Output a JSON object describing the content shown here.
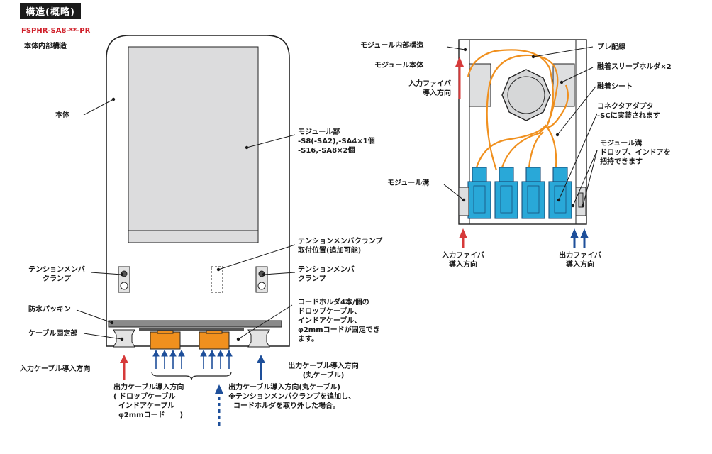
{
  "heading": "構造(概略)",
  "model": "FSPHR-SA8-**-PR",
  "subtitle": "本体内部構造",
  "left": {
    "main_body": "本体",
    "module_part": "モジュール部\n-S8(-SA2),-SA4×1個\n-S16,-SA8×2個",
    "tension_clamp_option": "テンションメンバクランプ\n取付位置(追加可能)",
    "tension_clamp_left": "テンションメンバ\nクランプ",
    "tension_clamp_right": "テンションメンバ\nクランプ",
    "waterproof_packing": "防水パッキン",
    "cable_fixing": "ケーブル固定部",
    "cord_holder_note": "コードホルダ4本/個の\nドロップケーブル、\nインドアケーブル、\nφ2mmコードが固定でき\nます。",
    "input_cable_dir": "入力ケーブル導入方向",
    "output_cable_round": "出力ケーブル導入方向\n(丸ケーブル)",
    "output_cable_dir": "出力ケーブル導入方向\n( ドロップケーブル\n  インドアケーブル\n  φ2mmコード      )",
    "output_cable_round_note": "出力ケーブル導入方向(丸ケーブル)\n※テンションメンバクランプを追加し、\n  コードホルダを取り外した場合。"
  },
  "right": {
    "module_internal": "モジュール内部構造",
    "module_body": "モジュール本体",
    "input_fiber_dir_top": "入力ファイバ\n導入方向",
    "pre_wiring": "プレ配線",
    "sleeve_holder": "融着スリーブホルダ×2",
    "fusion_sheet": "融着シート",
    "connector_adapter": "コネクタアダプタ\n-SCに実装されます",
    "module_groove_note": "モジュール溝\nドロップ、インドアを\n把持できます",
    "module_groove": "モジュール溝",
    "input_fiber_dir": "入力ファイバ\n導入方向",
    "output_fiber_dir": "出力ファイバ\n導入方向"
  },
  "colors": {
    "red_arrow": "#d63a3a",
    "blue_arrow": "#1e4f9a",
    "orange": "#f0901e",
    "cyan": "#29a8d8",
    "panel": "#dedfe0"
  }
}
